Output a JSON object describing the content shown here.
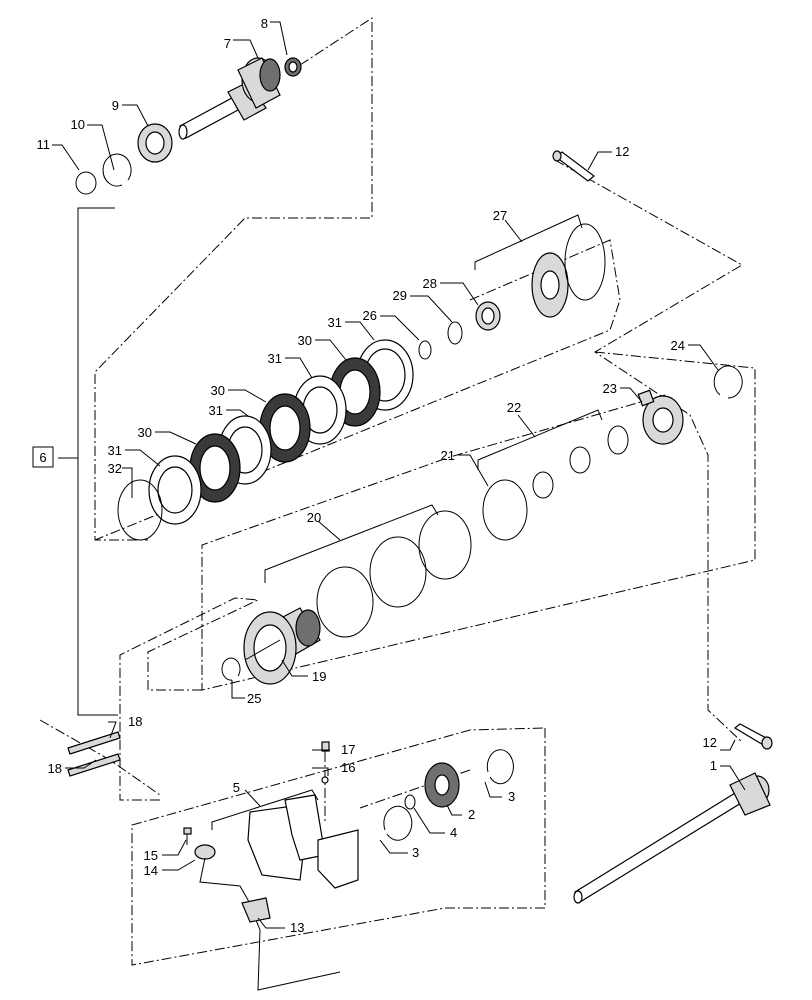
{
  "callouts": {
    "c1": "1",
    "c2": "2",
    "c3a": "3",
    "c3b": "3",
    "c4": "4",
    "c5": "5",
    "c6": "6",
    "c7": "7",
    "c8": "8",
    "c9": "9",
    "c10": "10",
    "c11": "11",
    "c12a": "12",
    "c12b": "12",
    "c13": "13",
    "c14": "14",
    "c15": "15",
    "c16": "16",
    "c17": "17",
    "c18a": "18",
    "c18b": "18",
    "c19": "19",
    "c20": "20",
    "c21": "21",
    "c22": "22",
    "c23": "23",
    "c24": "24",
    "c25": "25",
    "c26": "26",
    "c27": "27",
    "c28": "28",
    "c29": "29",
    "c30a": "30",
    "c30b": "30",
    "c30c": "30",
    "c31a": "31",
    "c31b": "31",
    "c31c": "31",
    "c31d": "31",
    "c32": "32"
  }
}
